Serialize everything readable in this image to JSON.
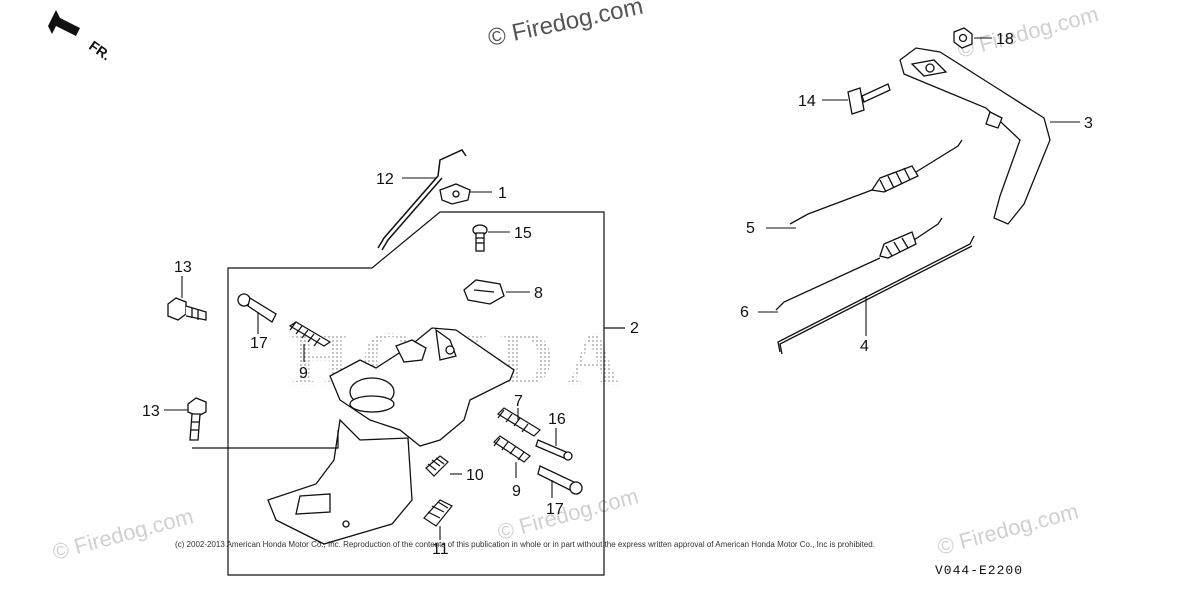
{
  "orientation": {
    "label": "FR."
  },
  "watermarks": {
    "top": "© Firedog.com",
    "tile": "© Firedog.com"
  },
  "brand_background": "HONDA",
  "callouts": [
    {
      "id": "c1",
      "label": "1"
    },
    {
      "id": "c2",
      "label": "2"
    },
    {
      "id": "c3",
      "label": "3"
    },
    {
      "id": "c4",
      "label": "4"
    },
    {
      "id": "c5",
      "label": "5"
    },
    {
      "id": "c6",
      "label": "6"
    },
    {
      "id": "c7",
      "label": "7"
    },
    {
      "id": "c8",
      "label": "8"
    },
    {
      "id": "c9a",
      "label": "9"
    },
    {
      "id": "c9b",
      "label": "9"
    },
    {
      "id": "c10",
      "label": "10"
    },
    {
      "id": "c11",
      "label": "11"
    },
    {
      "id": "c12",
      "label": "12"
    },
    {
      "id": "c13a",
      "label": "13"
    },
    {
      "id": "c13b",
      "label": "13"
    },
    {
      "id": "c14",
      "label": "14"
    },
    {
      "id": "c15",
      "label": "15"
    },
    {
      "id": "c16",
      "label": "16"
    },
    {
      "id": "c17a",
      "label": "17"
    },
    {
      "id": "c17b",
      "label": "17"
    },
    {
      "id": "c18",
      "label": "18"
    }
  ],
  "copyright": "(c) 2002-2013 American Honda Motor Co., Inc. Reproduction of the contents of this publication in whole or in part without the express written approval of American Honda Motor Co., Inc is prohibited.",
  "diagram_code": "V044-E2200",
  "colors": {
    "line": "#111111",
    "watermark": "#d0d0d0",
    "dots": "#9a9a9a"
  }
}
